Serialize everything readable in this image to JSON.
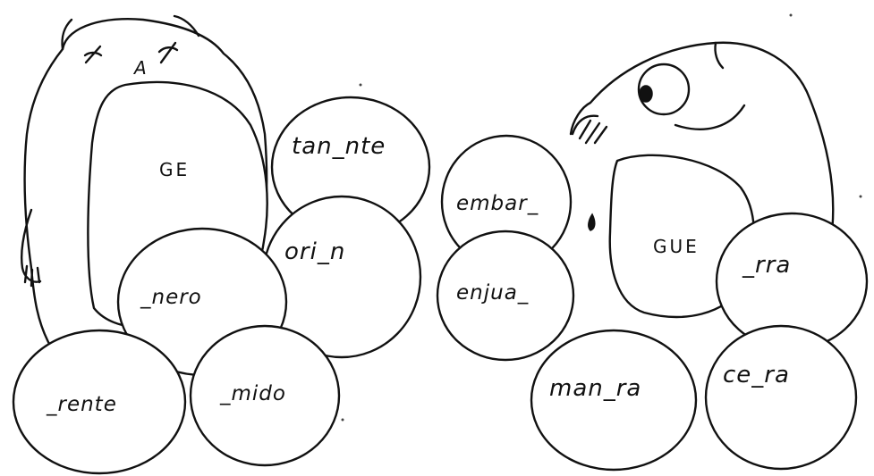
{
  "left_group": {
    "center_label": "GE",
    "face_letter": "A",
    "words": [
      "tan_nte",
      "ori_n",
      "_nero",
      "_rente",
      "_mido"
    ]
  },
  "right_group": {
    "center_label": "GUE",
    "words": [
      "embar_",
      "enjua_",
      "man_ra",
      "ce_ra",
      "_rra"
    ]
  }
}
